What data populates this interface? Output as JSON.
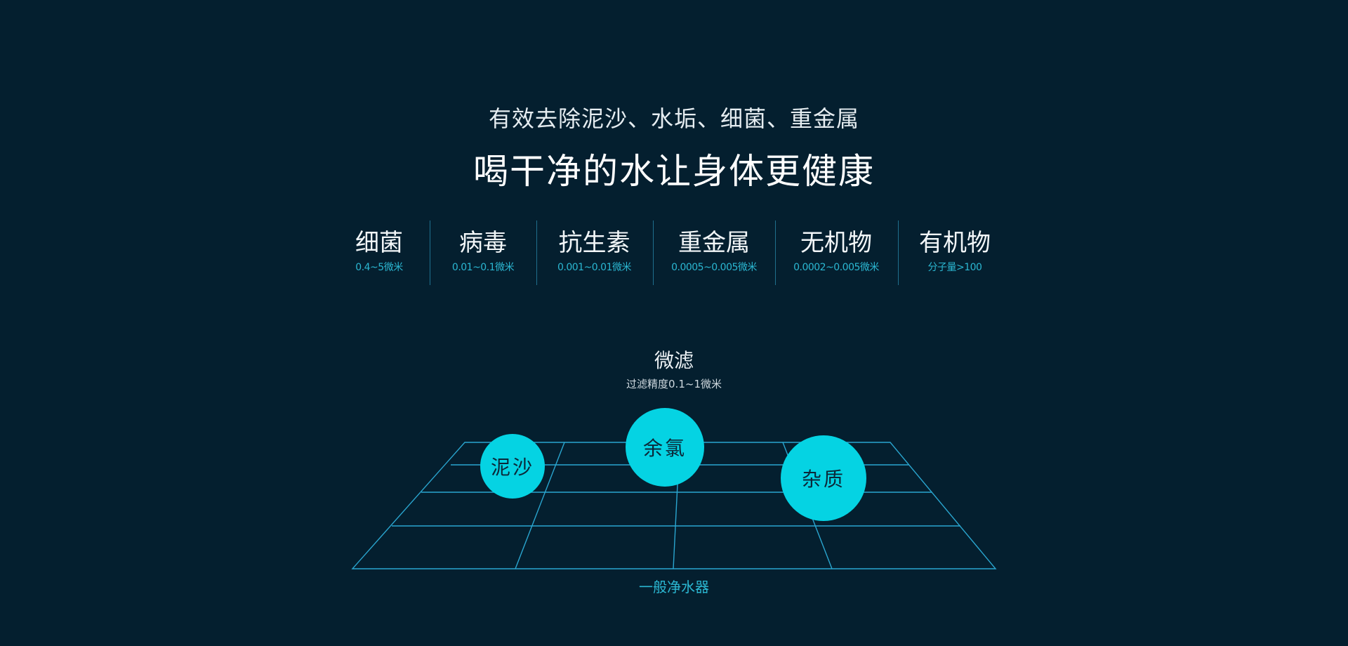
{
  "header": {
    "subtitle": "有效去除泥沙、水垢、细菌、重金属",
    "title": "喝干净的水让身体更健康"
  },
  "categories": [
    {
      "name": "细菌",
      "range": "0.4~5微米"
    },
    {
      "name": "病毒",
      "range": "0.01~0.1微米"
    },
    {
      "name": "抗生素",
      "range": "0.001~0.01微米"
    },
    {
      "name": "重金属",
      "range": "0.0005~0.005微米"
    },
    {
      "name": "无机物",
      "range": "0.0002~0.005微米"
    },
    {
      "name": "有机物",
      "range": "分子量>100"
    }
  ],
  "filter": {
    "title": "微滤",
    "precision": "过滤精度0.1~1微米",
    "bubbles": [
      "泥沙",
      "余氯",
      "杂质"
    ],
    "base_label": "一般净水器"
  },
  "colors": {
    "background": "#041f2f",
    "accent": "#05d3e3",
    "grid_line": "#2aa6d0",
    "sub_text": "#2bb7d2"
  }
}
